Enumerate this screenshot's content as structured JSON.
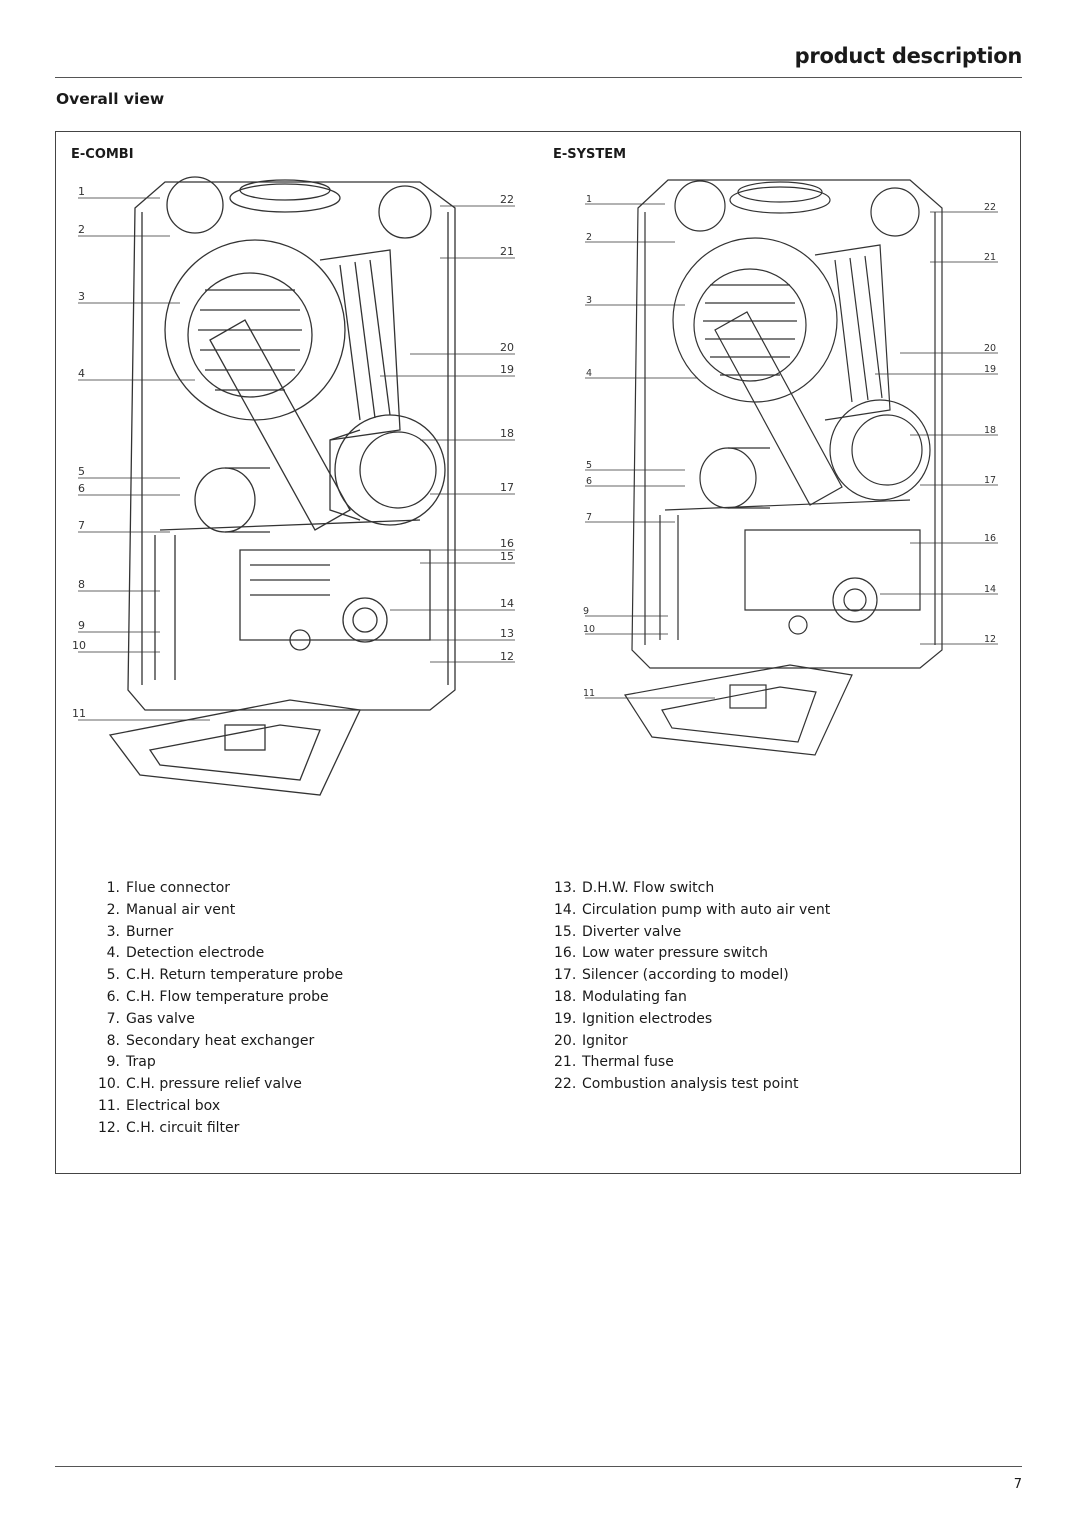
{
  "header": {
    "title": "product description"
  },
  "section": {
    "title": "Overall view"
  },
  "variants": {
    "combi": "E-COMBI",
    "system": "E-SYSTEM"
  },
  "combi_callouts_left": [
    "1",
    "2",
    "3",
    "4",
    "5",
    "6",
    "7",
    "8",
    "9",
    "10",
    "11"
  ],
  "combi_callouts_right": [
    "22",
    "21",
    "20",
    "19",
    "18",
    "17",
    "16",
    "15",
    "14",
    "13",
    "12"
  ],
  "system_callouts_left": [
    "1",
    "2",
    "3",
    "4",
    "5",
    "6",
    "7",
    "9",
    "10",
    "11"
  ],
  "system_callouts_right": [
    "22",
    "21",
    "20",
    "19",
    "18",
    "17",
    "16",
    "14",
    "12"
  ],
  "legend_left": [
    {
      "num": "1.",
      "text": "Flue connector"
    },
    {
      "num": "2.",
      "text": "Manual air vent"
    },
    {
      "num": "3.",
      "text": "Burner"
    },
    {
      "num": "4.",
      "text": "Detection electrode"
    },
    {
      "num": "5.",
      "text": "C.H. Return temperature probe"
    },
    {
      "num": "6.",
      "text": "C.H. Flow temperature probe"
    },
    {
      "num": "7.",
      "text": "Gas valve"
    },
    {
      "num": "8.",
      "text": "Secondary heat exchanger"
    },
    {
      "num": "9.",
      "text": "Trap"
    },
    {
      "num": "10.",
      "text": "C.H. pressure relief valve"
    },
    {
      "num": "11.",
      "text": "Electrical box"
    },
    {
      "num": "12.",
      "text": "C.H. circuit filter"
    }
  ],
  "legend_right": [
    {
      "num": "13.",
      "text": "D.H.W. Flow switch"
    },
    {
      "num": "14.",
      "text": "Circulation pump with auto air vent"
    },
    {
      "num": "15.",
      "text": "Diverter valve"
    },
    {
      "num": "16.",
      "text": "Low water pressure switch"
    },
    {
      "num": "17.",
      "text": "Silencer (according to model)"
    },
    {
      "num": "18.",
      "text": "Modulating fan"
    },
    {
      "num": "19.",
      "text": "Ignition electrodes"
    },
    {
      "num": "20.",
      "text": "Ignitor"
    },
    {
      "num": "21.",
      "text": "Thermal fuse"
    },
    {
      "num": "22.",
      "text": "Combustion analysis test point"
    }
  ],
  "footer": {
    "page_number": "7"
  }
}
